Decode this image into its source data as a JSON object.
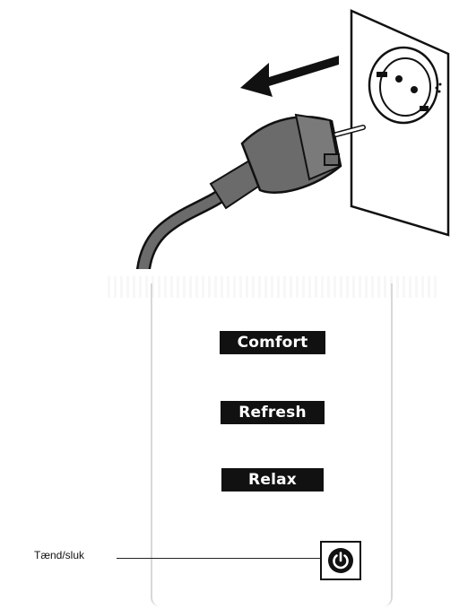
{
  "buttons": {
    "comfort": "Comfort",
    "refresh": "Refresh",
    "relax": "Relax"
  },
  "power": {
    "label": "Tænd/sluk",
    "icon": "power-icon"
  },
  "illustration": {
    "icons": [
      "arrow-left-icon",
      "plug-icon",
      "wall-socket-icon"
    ]
  },
  "colors": {
    "button_bg": "#111111",
    "button_text": "#ffffff",
    "plug": "#6b6b6b"
  }
}
